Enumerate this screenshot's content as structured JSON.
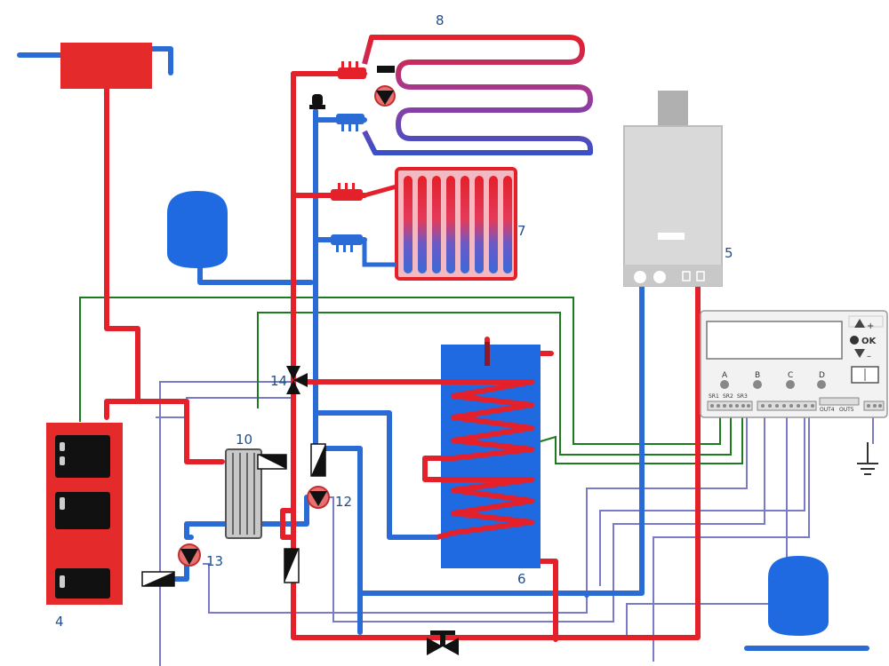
{
  "labels": {
    "l4": "4",
    "l5": "5",
    "l6": "6",
    "l7": "7",
    "l8": "8",
    "l10": "10",
    "l12": "12",
    "l13": "13",
    "l14": "14"
  },
  "controller": {
    "btn_a": "A",
    "btn_b": "B",
    "btn_c": "C",
    "btn_d": "D",
    "ok": "OK",
    "plus": "+",
    "minus": "–",
    "terminals": [
      "SR1",
      "SR2",
      "SR3",
      "OUT4",
      "OUT5"
    ]
  },
  "colors": {
    "hot": "#e4202a",
    "cold": "#2a6bd6",
    "control": "#1e7a1e",
    "signal": "#7a7ac8",
    "tank": "#1f6ae0",
    "boiler": "#e42a2a",
    "gas_boiler": "#d9d9d9"
  }
}
